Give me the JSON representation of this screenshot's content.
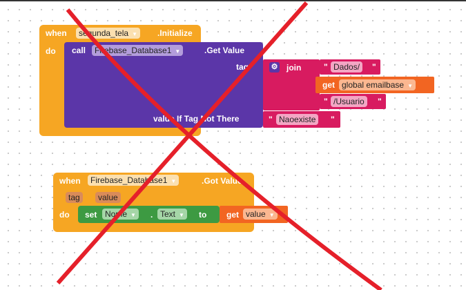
{
  "block1": {
    "when": "when",
    "component": "segunda_tela",
    "event": ".Initialize",
    "do": "do",
    "call": {
      "call": "call",
      "component": "Firebase_Database1",
      "method": ".Get Value",
      "tag_label": "tag",
      "value_label": "value If Tag Not There"
    },
    "join": {
      "label": "join",
      "q": "\"",
      "text1": "Dados/",
      "get": "get",
      "var": "global emailbase",
      "text2": "/Usuario"
    },
    "default_text": "Naoexiste"
  },
  "block2": {
    "when": "when",
    "component": "Firebase_Database1",
    "event": ".Got Value",
    "param_tag": "tag",
    "param_value": "value",
    "do": "do",
    "set": "set",
    "target": "Nome",
    "dot": ".",
    "property": "Text",
    "to": "to",
    "get": "get",
    "var": "value"
  },
  "colors": {
    "event": "#f6a623",
    "call": "#5b36a8",
    "text": "#d81b60",
    "variable": "#f26522",
    "setter": "#3d9a42",
    "cross": "#e5202a"
  }
}
